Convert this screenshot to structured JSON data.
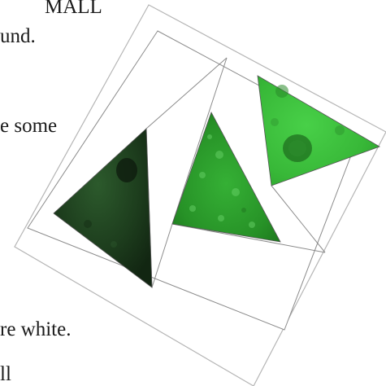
{
  "background_text": {
    "line1": "MALL",
    "line2": "und.",
    "line3": "e some",
    "line4": "re white.",
    "line5": "ll"
  },
  "quilt_block": {
    "paper_color": "#ffffff",
    "outline_color": "#9a9a9a",
    "fabric_colors": {
      "dark_green": "#1f3f1f",
      "medium_green": "#2e9e2e",
      "bright_green": "#3ec23e"
    }
  }
}
